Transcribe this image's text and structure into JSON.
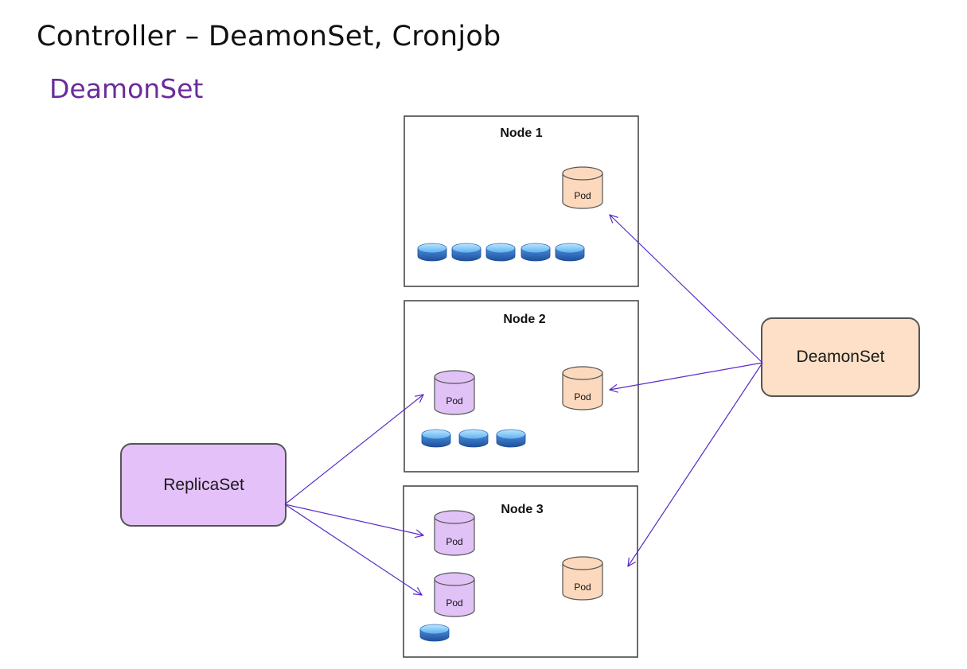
{
  "slide": {
    "title": "Controller – DeamonSet, Cronjob",
    "subtitle": "DeamonSet"
  },
  "controllers": {
    "replicaset": "ReplicaSet",
    "daemonset": "DeamonSet"
  },
  "nodes": [
    {
      "title": "Node 1"
    },
    {
      "title": "Node 2"
    },
    {
      "title": "Node 3"
    }
  ],
  "pod_label": "Pod",
  "colors": {
    "replicaset_fill": "#e4c1f9",
    "daemonset_fill": "#fde0c7",
    "pod_purple": "#e1c2f7",
    "pod_peach": "#fcd9bd",
    "arrow": "#5a2bc8",
    "disk": "#3a79c8"
  }
}
